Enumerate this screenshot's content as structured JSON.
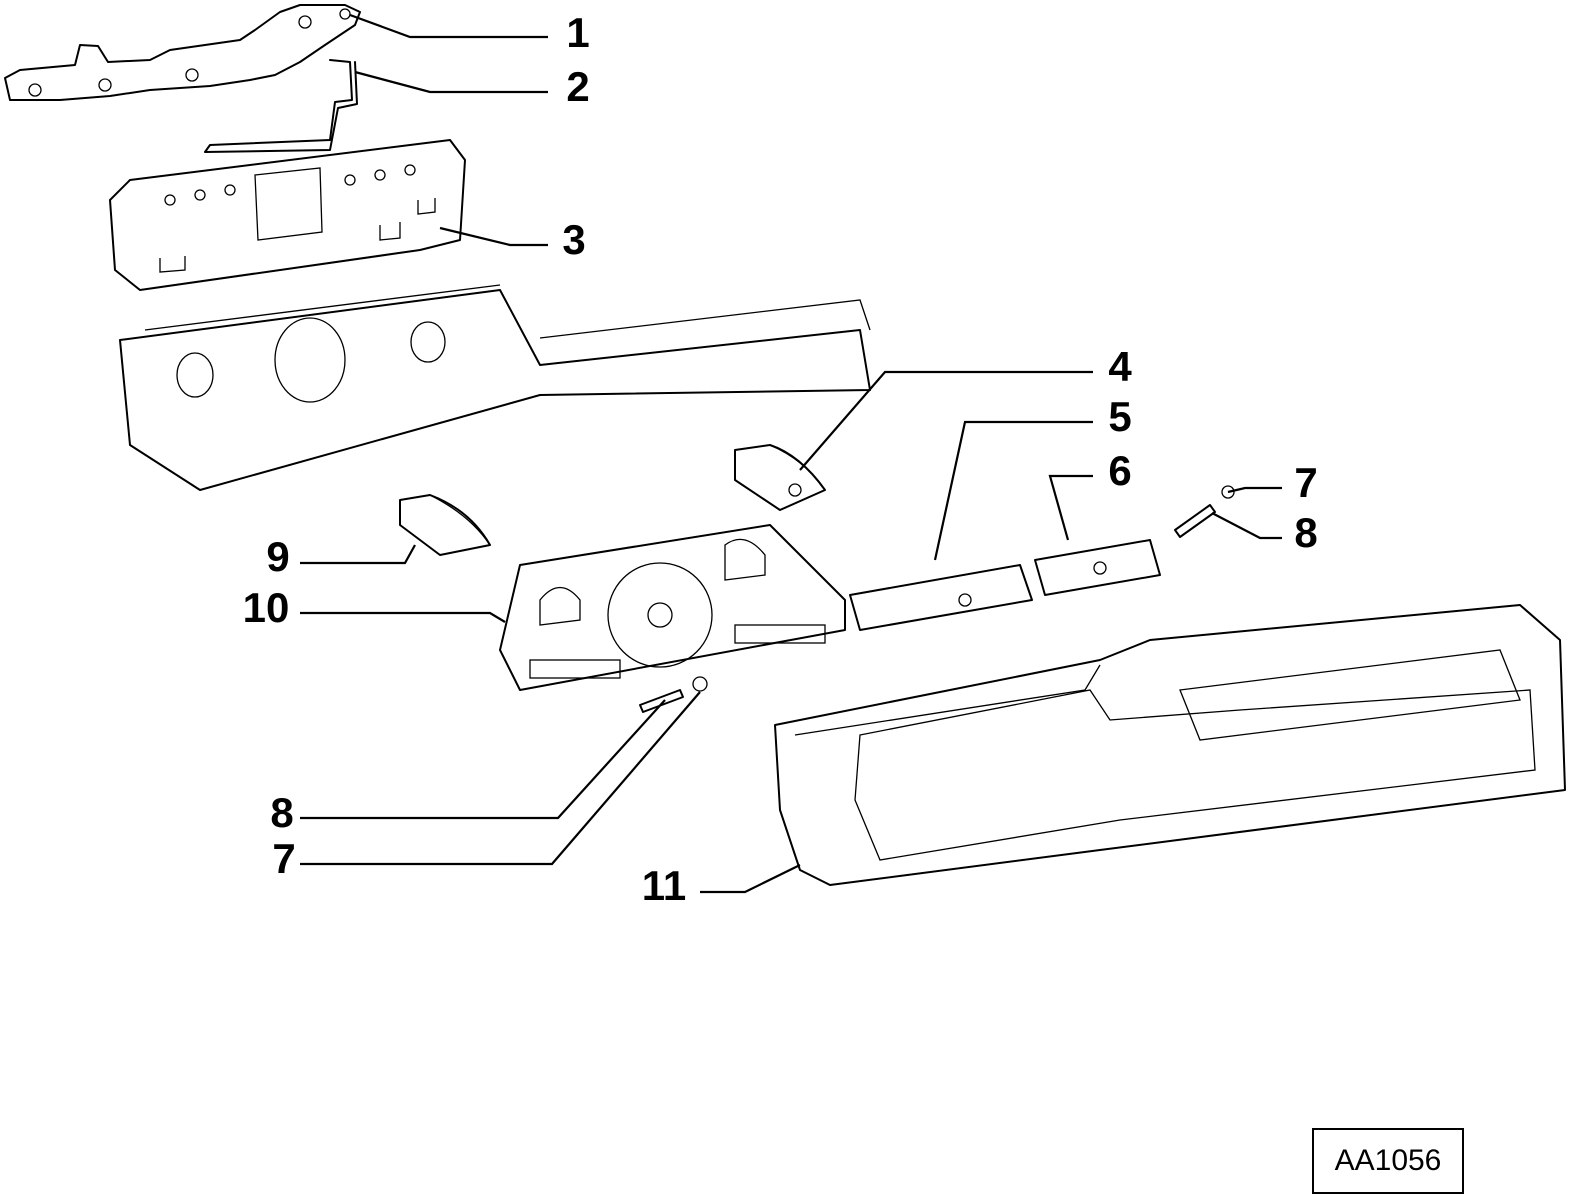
{
  "diagram": {
    "type": "exploded parts view",
    "callouts": [
      {
        "id": "c1",
        "label": "1"
      },
      {
        "id": "c2",
        "label": "2"
      },
      {
        "id": "c3",
        "label": "3"
      },
      {
        "id": "c4",
        "label": "4"
      },
      {
        "id": "c5",
        "label": "5"
      },
      {
        "id": "c6",
        "label": "6"
      },
      {
        "id": "c7a",
        "label": "7"
      },
      {
        "id": "c8a",
        "label": "8"
      },
      {
        "id": "c9",
        "label": "9"
      },
      {
        "id": "c10",
        "label": "10"
      },
      {
        "id": "c8b",
        "label": "8"
      },
      {
        "id": "c7b",
        "label": "7"
      },
      {
        "id": "c11",
        "label": "11"
      }
    ],
    "reference_code": "AA1056"
  }
}
